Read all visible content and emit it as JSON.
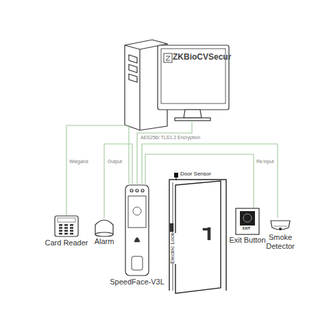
{
  "diagram": {
    "nodes": [
      {
        "text": [
          "ZKBioCVSecur"
        ]
      },
      {
        "text": [
          "Card Reader"
        ]
      },
      {
        "text": [
          "Alarm"
        ]
      },
      {
        "text": [
          "SpeedFace-V3L"
        ]
      },
      {
        "text": [
          "Exit Button"
        ]
      },
      {
        "text": [
          "Smoke Detector"
        ]
      }
    ],
    "edges": [
      {
        "from": 0,
        "to": 3,
        "label": "AES256/ TLS1.2 Encryption",
        "arrow": "none"
      },
      {
        "from": 1,
        "to": 3,
        "label": "Wiegand",
        "arrow": "none"
      },
      {
        "from": 2,
        "to": 3,
        "label": "Output",
        "arrow": "none"
      },
      {
        "from": 3,
        "to": 4,
        "label": "Relay",
        "arrow": "none"
      },
      {
        "from": 3,
        "to": 5,
        "label": "Input",
        "arrow": "none"
      }
    ],
    "labels": [
      "Door Sensor",
      "Electric Lock",
      "EXIT"
    ]
  }
}
